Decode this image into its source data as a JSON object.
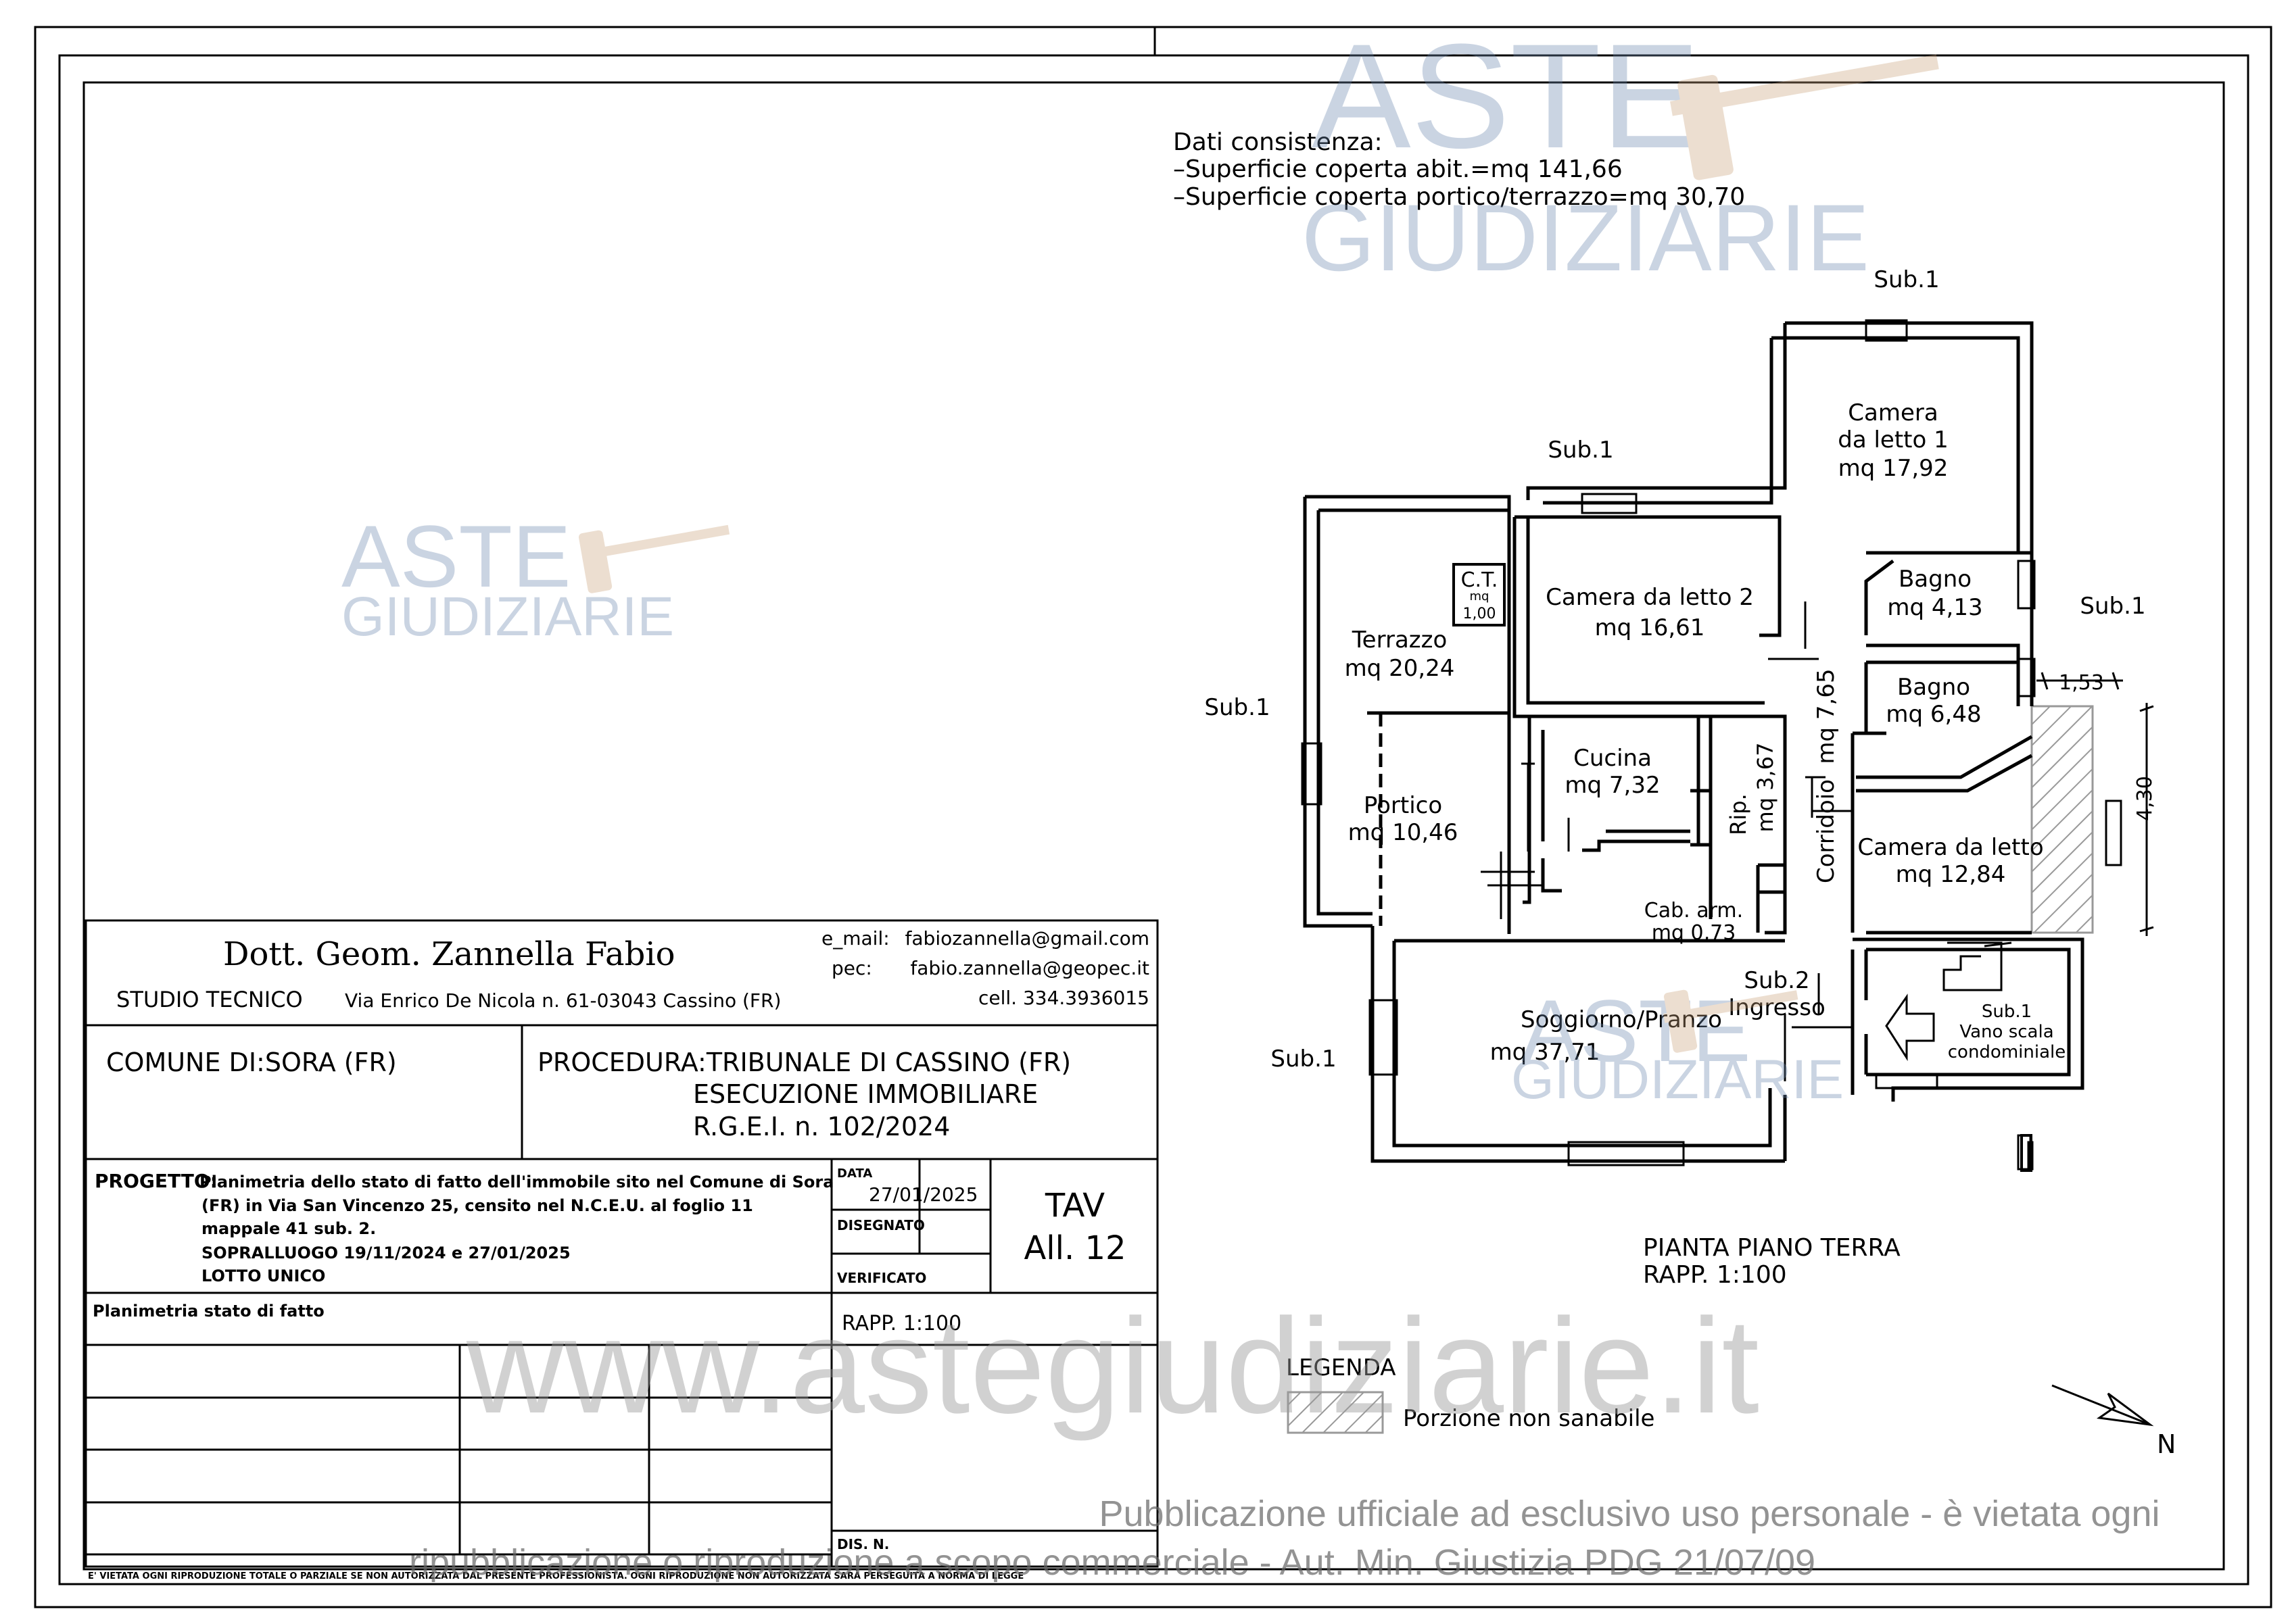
{
  "consistency": {
    "heading": "Dati consistenza:",
    "lines": [
      "–Superficie coperta abit.=mq 141,66",
      "–Superficie coperta portico/terrazzo=mq 30,70"
    ]
  },
  "rooms": {
    "camera1": {
      "name1": "Camera",
      "name2": "da letto 1",
      "area": "mq 17,92"
    },
    "camera2": {
      "name": "Camera da letto 2",
      "area": "mq 16,61"
    },
    "camera3": {
      "name": "Camera da letto",
      "area": "mq 12,84"
    },
    "bagno1": {
      "name": "Bagno",
      "area": "mq 4,13"
    },
    "bagno2": {
      "name": "Bagno",
      "area": "mq 6,48"
    },
    "terrazzo": {
      "name": "Terrazzo",
      "area": "mq 20,24"
    },
    "ct": {
      "name": "C.T.",
      "unit": "mq",
      "area": "1,00"
    },
    "portico": {
      "name": "Portico",
      "area": "mq 10,46"
    },
    "cucina": {
      "name": "Cucina",
      "area": "mq 7,32"
    },
    "rip": {
      "name": "Rip.",
      "area": "mq 3,67"
    },
    "corridoio": {
      "name": "Corridoio",
      "area": "mq 7,65"
    },
    "cab": {
      "name": "Cab. arm.",
      "area": "mq 0,73"
    },
    "soggiorno": {
      "name": "Soggiorno/Pranzo",
      "area": "mq 37,71"
    },
    "ingresso": {
      "name1": "Sub.2",
      "name2": "Ingresso"
    },
    "vano": {
      "name1": "Sub.1",
      "name2": "Vano scala",
      "name3": "condominiale"
    }
  },
  "neighbors": [
    "Sub.1",
    "Sub.1",
    "Sub.1",
    "Sub.1",
    "Sub.1"
  ],
  "dimensions": {
    "d1": "1,53",
    "d2": "4,30"
  },
  "plan_title": {
    "line1": "PIANTA PIANO TERRA",
    "line2": "RAPP. 1:100"
  },
  "legend": {
    "title": "LEGENDA",
    "item": "Porzione non sanabile"
  },
  "north": "N",
  "title_block": {
    "author": "Dott. Geom.  Zannella Fabio",
    "studio": "STUDIO TECNICO",
    "address": "Via Enrico De Nicola n. 61-03043 Cassino (FR)",
    "email_label": "e_mail:",
    "email": "fabiozannella@gmail.com",
    "pec_label": "pec:",
    "pec": "fabio.zannella@geopec.it",
    "cell": "cell. 334.3936015",
    "comune": "COMUNE DI:SORA (FR)",
    "procedura": [
      "PROCEDURA:TRIBUNALE DI CASSINO (FR)",
      "ESECUZIONE IMMOBILIARE",
      "R.G.E.I. n. 102/2024"
    ],
    "progetto_label": "PROGETTO:",
    "progetto_lines": [
      "Planimetria dello stato di fatto dell'immobile sito nel Comune di Sora",
      "(FR) in Via San Vincenzo 25, censito nel N.C.E.U. al foglio 11",
      "mappale 41 sub. 2.",
      "SOPRALLUOGO 19/11/2024 e 27/01/2025",
      "LOTTO UNICO"
    ],
    "data_label": "DATA",
    "data_value": "27/01/2025",
    "disegnato": "DISEGNATO",
    "verificato": "VERIFICATO",
    "tav": "TAV",
    "all": "All. 12",
    "planimetria": "Planimetria stato di fatto",
    "rapp": "RAPP. 1:100",
    "dis_n": "DIS. N.",
    "footer": "E' VIETATA OGNI RIPRODUZIONE TOTALE O PARZIALE SE NON AUTORIZZATA DAL PRESENTE PROFESSIONISTA. OGNI RIPRODUZIONE NON AUTORIZZATA SARÀ PERSEGUITA A NORMA DI LEGGE"
  },
  "watermark": {
    "aste": "ASTE",
    "giudiziarie": "GIUDIZIARIE",
    "url": "www.astegiudiziarie.it",
    "notice1": "Pubblicazione ufficiale ad esclusivo uso personale - è vietata ogni",
    "notice2": "ripubblicazione o riproduzione a scopo commerciale - Aut. Min. Giustizia PDG 21/07/09"
  }
}
